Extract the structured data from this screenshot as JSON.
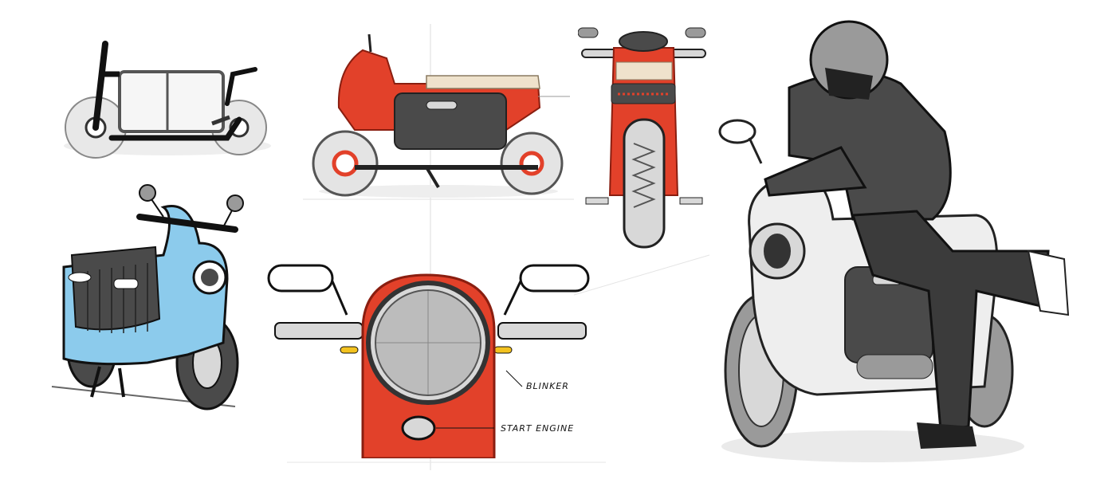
{
  "annotations": {
    "blinker": "BLINKER",
    "start_engine": "START ENGINE"
  },
  "colors": {
    "red": "#e2412a",
    "red_dark": "#b02a18",
    "blue": "#8ccbec",
    "blue_dark": "#4f98c4",
    "grey_dark": "#4a4a4a",
    "grey_mid": "#9a9a9a",
    "grey_light": "#d8d8d8",
    "cream": "#efe2cc",
    "amber": "#f3c21f",
    "ink": "#1a1a1a"
  },
  "sketches": [
    "frame-side-view",
    "red-scooter-side-view",
    "red-scooter-front-view",
    "rider-on-scooter-perspective",
    "blue-scooter-perspective",
    "handlebar-closeup-front-view"
  ]
}
